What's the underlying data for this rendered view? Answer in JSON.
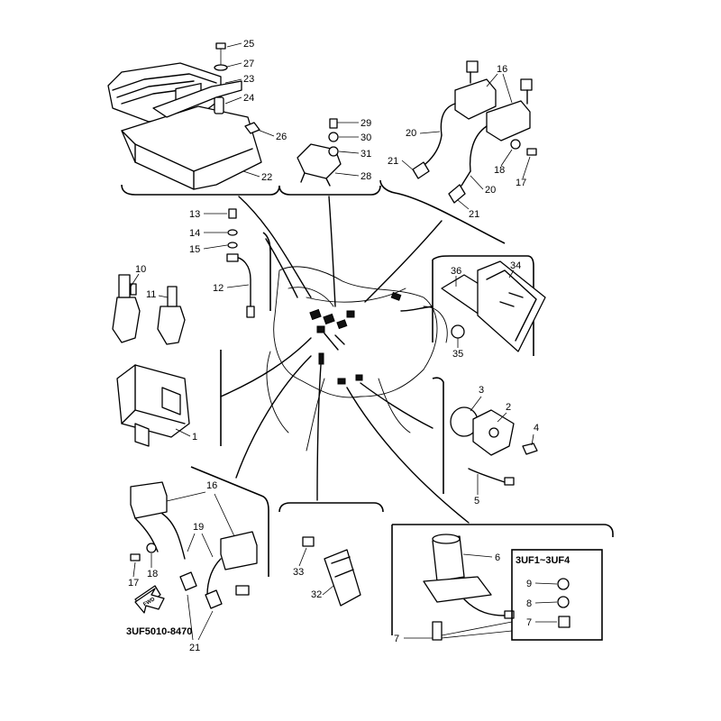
{
  "diagram": {
    "catalog_code": "3UF5010-8470",
    "inset_label": "3UF1~3UF4",
    "fwd_label": "FWD"
  },
  "callouts": [
    {
      "key": "c25",
      "text": "25"
    },
    {
      "key": "c27",
      "text": "27"
    },
    {
      "key": "c23",
      "text": "23"
    },
    {
      "key": "c24",
      "text": "24"
    },
    {
      "key": "c26",
      "text": "26"
    },
    {
      "key": "c22",
      "text": "22"
    },
    {
      "key": "c29",
      "text": "29"
    },
    {
      "key": "c30",
      "text": "30"
    },
    {
      "key": "c31",
      "text": "31"
    },
    {
      "key": "c28",
      "text": "28"
    },
    {
      "key": "c16a",
      "text": "16"
    },
    {
      "key": "c20a",
      "text": "20"
    },
    {
      "key": "c21a",
      "text": "21"
    },
    {
      "key": "c18a",
      "text": "18"
    },
    {
      "key": "c17a",
      "text": "17"
    },
    {
      "key": "c20b",
      "text": "20"
    },
    {
      "key": "c21b",
      "text": "21"
    },
    {
      "key": "c13",
      "text": "13"
    },
    {
      "key": "c14",
      "text": "14"
    },
    {
      "key": "c15",
      "text": "15"
    },
    {
      "key": "c12",
      "text": "12"
    },
    {
      "key": "c10",
      "text": "10"
    },
    {
      "key": "c11",
      "text": "11"
    },
    {
      "key": "c36",
      "text": "36"
    },
    {
      "key": "c34",
      "text": "34"
    },
    {
      "key": "c35",
      "text": "35"
    },
    {
      "key": "c1",
      "text": "1"
    },
    {
      "key": "c3",
      "text": "3"
    },
    {
      "key": "c2",
      "text": "2"
    },
    {
      "key": "c4",
      "text": "4"
    },
    {
      "key": "c5",
      "text": "5"
    },
    {
      "key": "c16b",
      "text": "16"
    },
    {
      "key": "c19",
      "text": "19"
    },
    {
      "key": "c17b",
      "text": "17"
    },
    {
      "key": "c18b",
      "text": "18"
    },
    {
      "key": "c21c",
      "text": "21"
    },
    {
      "key": "c33",
      "text": "33"
    },
    {
      "key": "c32",
      "text": "32"
    },
    {
      "key": "c6",
      "text": "6"
    },
    {
      "key": "c9",
      "text": "9"
    },
    {
      "key": "c8",
      "text": "8"
    },
    {
      "key": "c7a",
      "text": "7"
    },
    {
      "key": "c7b",
      "text": "7"
    }
  ]
}
